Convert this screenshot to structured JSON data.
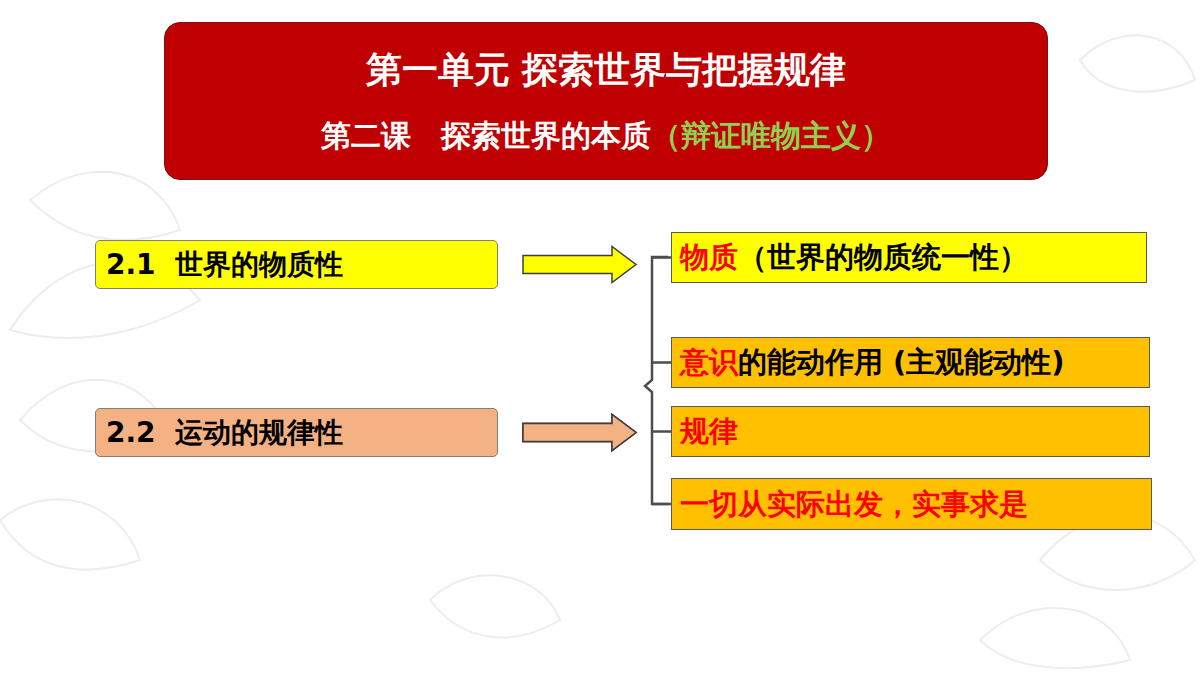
{
  "diagram": {
    "nodes": [
      {
        "text": [
          "第一单元 探索世界与把握规律",
          "第二课　探索世界的本质",
          "（辩证唯物主义）"
        ]
      },
      {
        "text": [
          "2.1  世界的物质性"
        ]
      },
      {
        "text": [
          "2.2  运动的规律性"
        ]
      },
      {
        "text": [
          "物质",
          "（世界的物质统一性）"
        ]
      },
      {
        "text": [
          "意识",
          "的能动作用 (主观能动性)"
        ]
      },
      {
        "text": [
          "规律"
        ]
      },
      {
        "text": [
          "一切从实际出发，实事求是"
        ]
      }
    ],
    "edges": [
      {
        "from": 1,
        "to": 3,
        "arrow": "to"
      },
      {
        "from": 2,
        "to": 4,
        "arrow": "to"
      },
      {
        "from": 2,
        "to": 5,
        "arrow": "to"
      },
      {
        "from": 2,
        "to": 6,
        "arrow": "to"
      }
    ]
  }
}
